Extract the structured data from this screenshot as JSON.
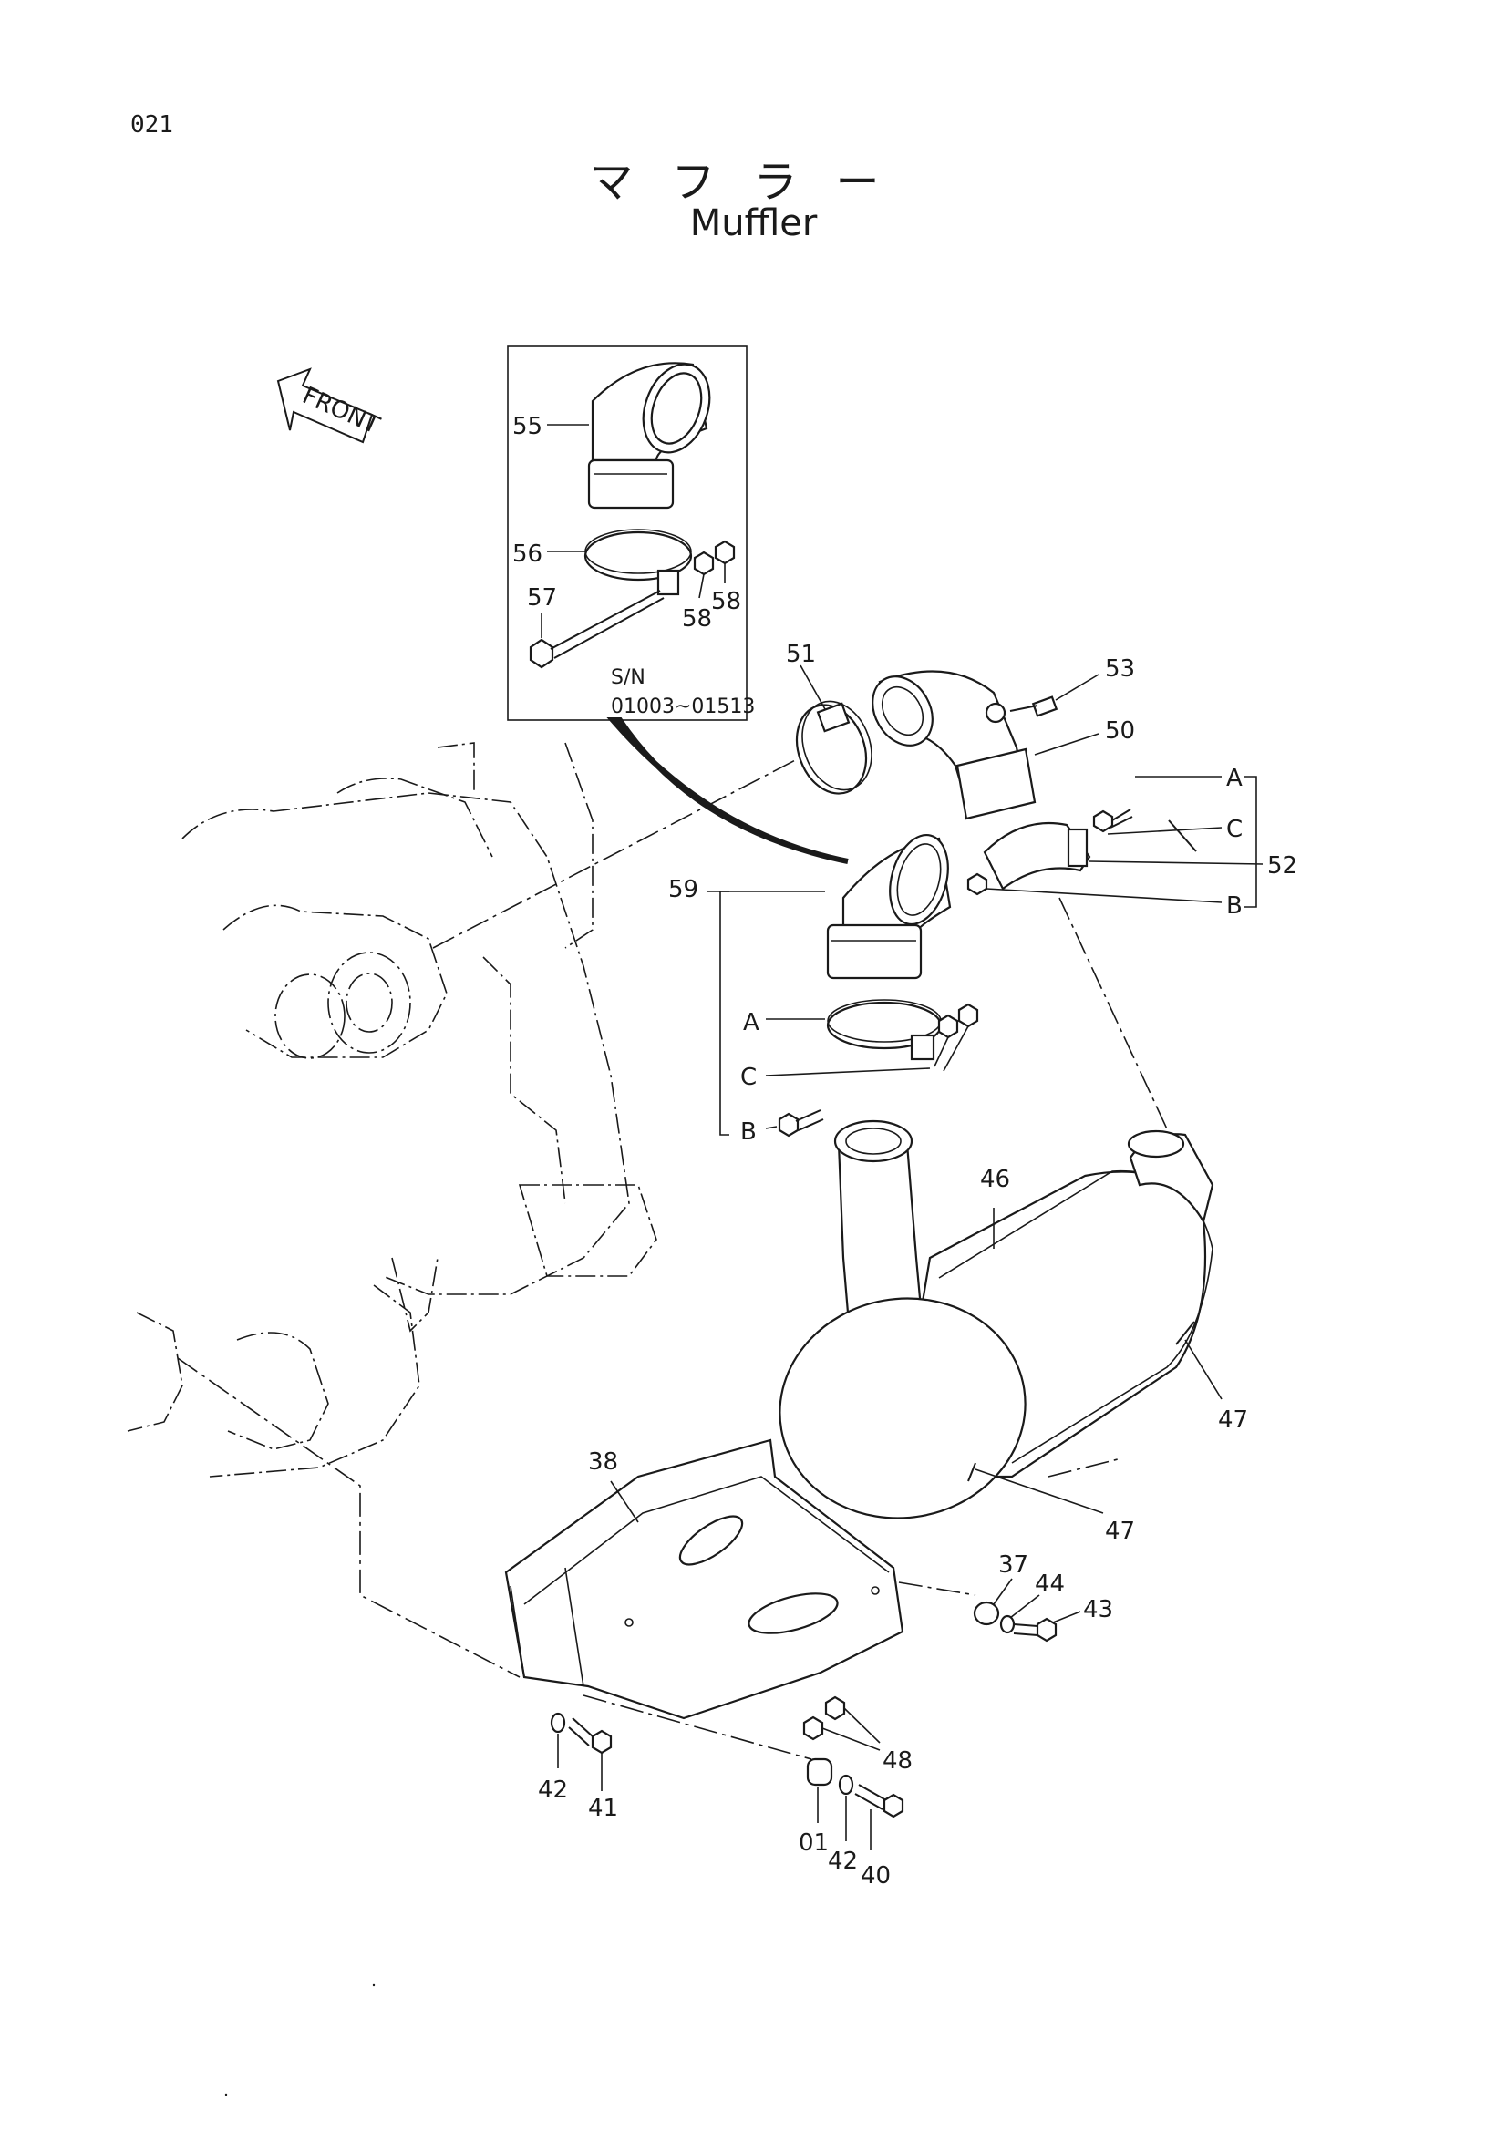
{
  "page_number": "021",
  "title_ja": "マフラー",
  "title_en": "Muffler",
  "front_label": "FRONT",
  "inset": {
    "sn_label": "S/N",
    "sn_range": "01003~01513"
  },
  "callouts": {
    "p55": "55",
    "p56": "56",
    "p57": "57",
    "p58a": "58",
    "p58b": "58",
    "p51": "51",
    "p53": "53",
    "p50": "50",
    "p52": "52",
    "p59": "59",
    "p46": "46",
    "p47a": "47",
    "p47b": "47",
    "p38": "38",
    "p37": "37",
    "p44": "44",
    "p43": "43",
    "p48": "48",
    "p42a": "42",
    "p41": "41",
    "p01": "01",
    "p42b": "42",
    "p40": "40"
  },
  "letters": {
    "a1": "A",
    "c1": "C",
    "b1": "B",
    "a2": "A",
    "c2": "C",
    "b2": "B"
  }
}
